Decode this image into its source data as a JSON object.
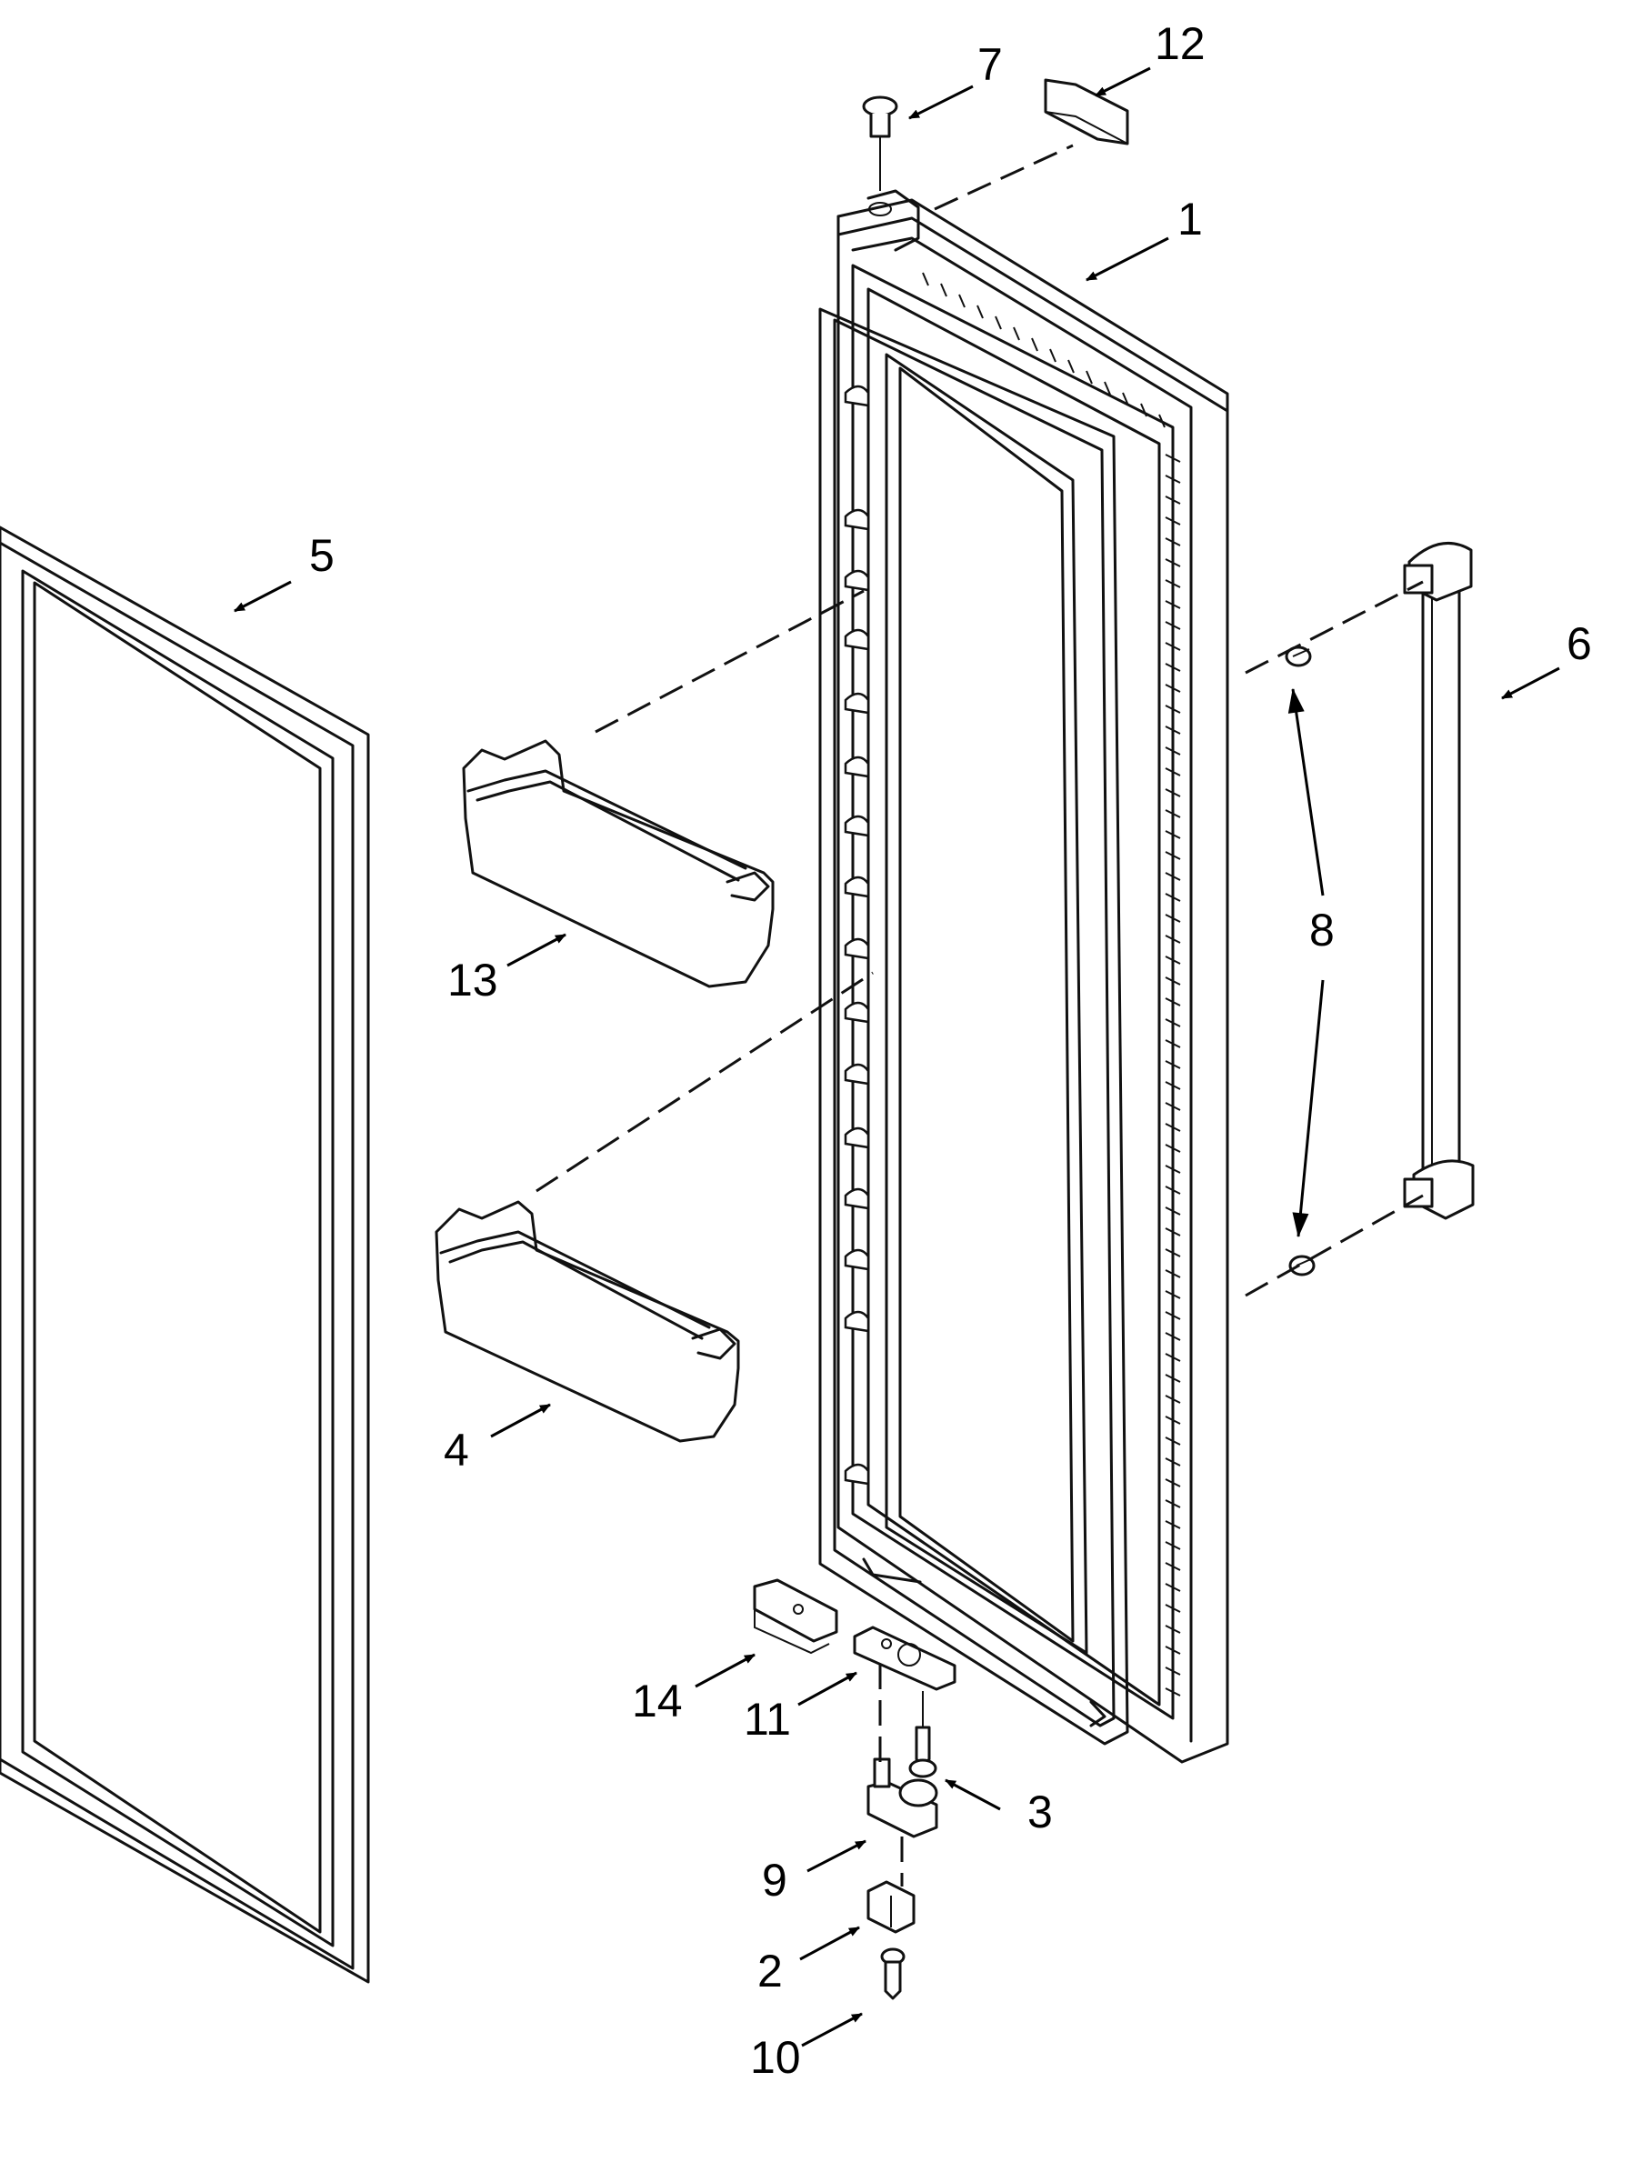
{
  "diagram": {
    "type": "exploded-parts-diagram",
    "subject": "refrigerator door assembly",
    "callouts": [
      "1",
      "2",
      "3",
      "4",
      "5",
      "6",
      "7",
      "8",
      "9",
      "10",
      "11",
      "12",
      "13",
      "14"
    ]
  }
}
